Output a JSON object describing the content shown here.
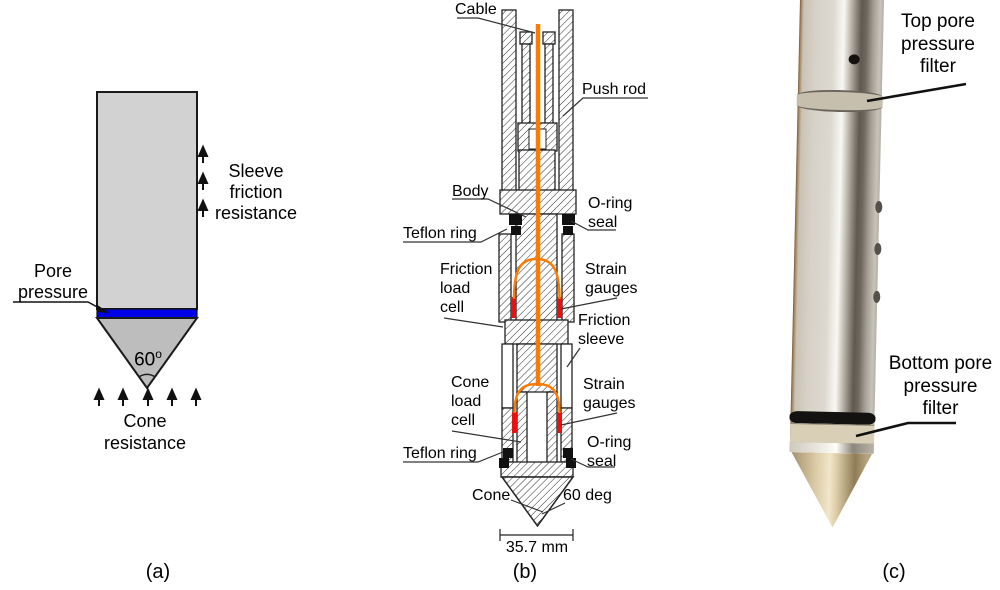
{
  "panels": {
    "a": {
      "caption": "(a)",
      "labels": {
        "sleeve_friction": [
          "Sleeve",
          "friction",
          "resistance"
        ],
        "pore_pressure": [
          "Pore",
          "pressure"
        ],
        "angle_value": "60",
        "angle_sup": "o",
        "cone_resistance": [
          "Cone",
          "resistance"
        ]
      }
    },
    "b": {
      "caption": "(b)",
      "labels": {
        "cable": "Cable",
        "push_rod": "Push rod",
        "body": "Body",
        "oring_seal_top": [
          "O-ring",
          "seal"
        ],
        "teflon_ring_top": "Teflon ring",
        "friction_load_cell": [
          "Friction",
          "load",
          "cell"
        ],
        "strain_gauges_top": [
          "Strain",
          "gauges"
        ],
        "friction_sleeve": [
          "Friction",
          "sleeve"
        ],
        "cone_load_cell": [
          "Cone",
          "load",
          "cell"
        ],
        "strain_gauges_bottom": [
          "Strain",
          "gauges"
        ],
        "oring_seal_bottom": [
          "O-ring",
          "seal"
        ],
        "teflon_ring_bottom": "Teflon ring",
        "cone": "Cone",
        "tip_angle": "60 deg",
        "tip_diameter": "35.7 mm"
      }
    },
    "c": {
      "caption": "(c)",
      "labels": {
        "top_filter": [
          "Top pore",
          "pressure",
          "filter"
        ],
        "bottom_filter": [
          "Bottom pore",
          "pressure",
          "filter"
        ]
      }
    }
  },
  "colors": {
    "pore_pressure_blue": "#0000e6",
    "cable_orange": "#ff7a00",
    "strain_gauge_red": "#e81010",
    "probe_body_grey": "#d2d2d2",
    "cone_grey": "#bdbdbd"
  }
}
